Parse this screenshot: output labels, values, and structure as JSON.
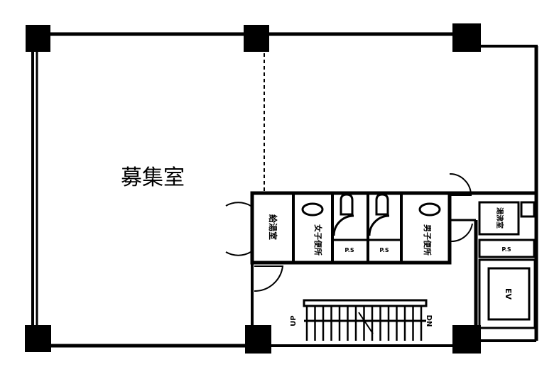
{
  "rooms": {
    "main_room": "募集室",
    "kitchenette": "給湯室",
    "womens_toilet": "女子便所",
    "mens_toilet": "男子便所",
    "ps_left": "P.S",
    "ps_right": "P.S",
    "ps_core": "P.S",
    "water_heater_room": "湯沸室",
    "elevator": "EV"
  },
  "stairs": {
    "up": "UP",
    "down": "DN"
  }
}
